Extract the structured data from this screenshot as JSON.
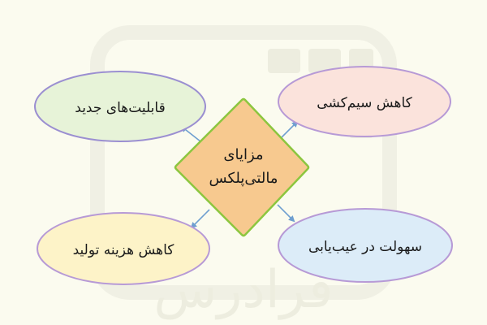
{
  "center": {
    "label_line1": "مزایای",
    "label_line2": "مالتی‌پلکس",
    "fill": "#f7c98f",
    "stroke": "#8cc63f"
  },
  "nodes": [
    {
      "id": "top-left",
      "label": "قابلیت‌های جدید",
      "fill": "#e7f3d8",
      "stroke": "#9b8fd1"
    },
    {
      "id": "top-right",
      "label": "کاهش سیم‌کشی",
      "fill": "#fbe3dc",
      "stroke": "#b79ad6"
    },
    {
      "id": "bottom-right",
      "label": "سهولت در عیب‌یابی",
      "fill": "#dcecf8",
      "stroke": "#b79ad6"
    },
    {
      "id": "bottom-left",
      "label": "کاهش هزینه تولید",
      "fill": "#fdf3c8",
      "stroke": "#b79ad6"
    }
  ],
  "colors": {
    "background": "#fbfbef",
    "arrow": "#6f9fd0",
    "watermark": "#ecece0"
  },
  "watermark_text": "فرادرس"
}
